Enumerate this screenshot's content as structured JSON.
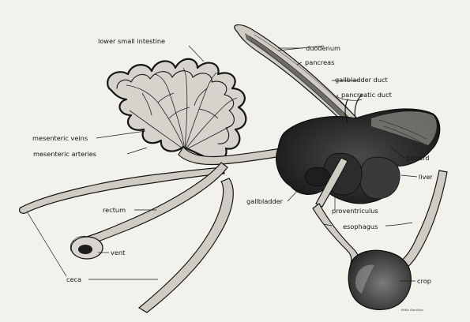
{
  "labels": {
    "lower_small_intestine": "lower small intestine",
    "duodenum": "duodenum",
    "pancreas": "pancreas",
    "gallbladder_duct": "gallbladder duct",
    "pancreatic_duct": "pancreatic duct",
    "mesenteric_veins": "mesenteric veins",
    "mesenteric_arteries": "mesenteric arteries",
    "gizzard": "gizzard",
    "liver": "liver",
    "gallbladder": "gallbladder",
    "rectum": "rectum",
    "proventriculus": "proventriculus",
    "esophagus": "esophagus",
    "vent": "vent",
    "ceca": "ceca",
    "crop": "crop"
  },
  "credit": "Felix Sanchez"
}
